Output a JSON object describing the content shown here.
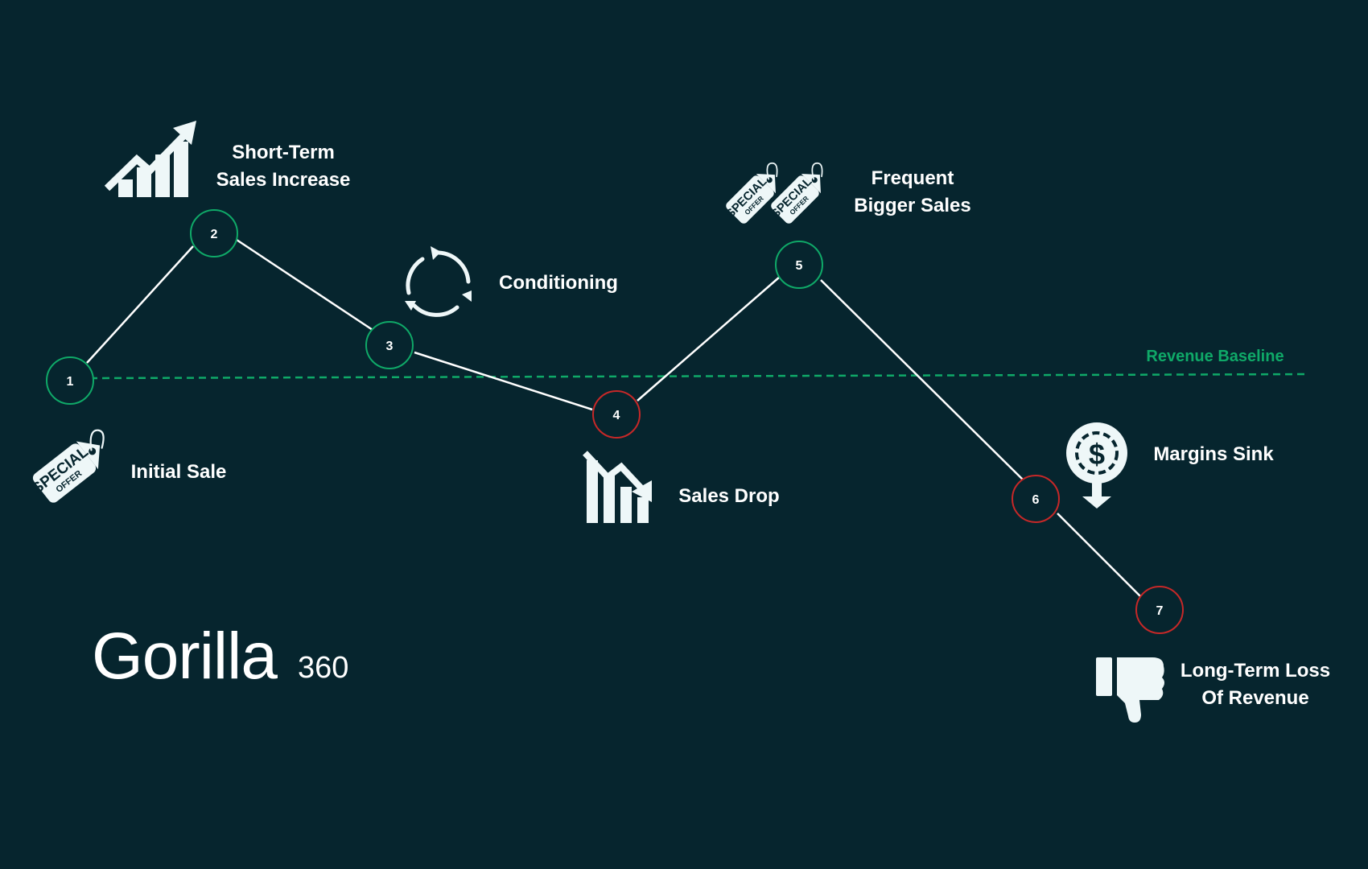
{
  "colors": {
    "background": "#06252e",
    "positive": "#0fa968",
    "negative": "#c62828",
    "line": "#ffffff",
    "baseline": "#0fa968",
    "icon": "#eef7f8"
  },
  "baseline": {
    "label": "Revenue Baseline"
  },
  "points": [
    {
      "number": "1",
      "status": "positive"
    },
    {
      "number": "2",
      "status": "positive"
    },
    {
      "number": "3",
      "status": "positive"
    },
    {
      "number": "4",
      "status": "negative"
    },
    {
      "number": "5",
      "status": "positive"
    },
    {
      "number": "6",
      "status": "negative"
    },
    {
      "number": "7",
      "status": "negative"
    }
  ],
  "labels": {
    "initial_sale": "Initial Sale",
    "short_term_1": "Short-Term",
    "short_term_2": "Sales Increase",
    "conditioning": "Conditioning",
    "sales_drop": "Sales Drop",
    "frequent_1": "Frequent",
    "frequent_2": "Bigger Sales",
    "margins_sink": "Margins Sink",
    "loss_1": "Long-Term Loss",
    "loss_2": "Of Revenue"
  },
  "tag": {
    "line1": "SPECIAL",
    "line2": "OFFER"
  },
  "icons": {
    "initial_sale": "special-offer-tag-icon",
    "short_term": "growth-chart-icon",
    "conditioning": "cycle-arrows-icon",
    "sales_drop": "decline-chart-icon",
    "frequent": "double-special-offer-tag-icon",
    "margins_sink": "dollar-down-icon",
    "loss": "thumbs-down-icon"
  },
  "logo": {
    "name": "Gorilla",
    "suffix": "360"
  }
}
